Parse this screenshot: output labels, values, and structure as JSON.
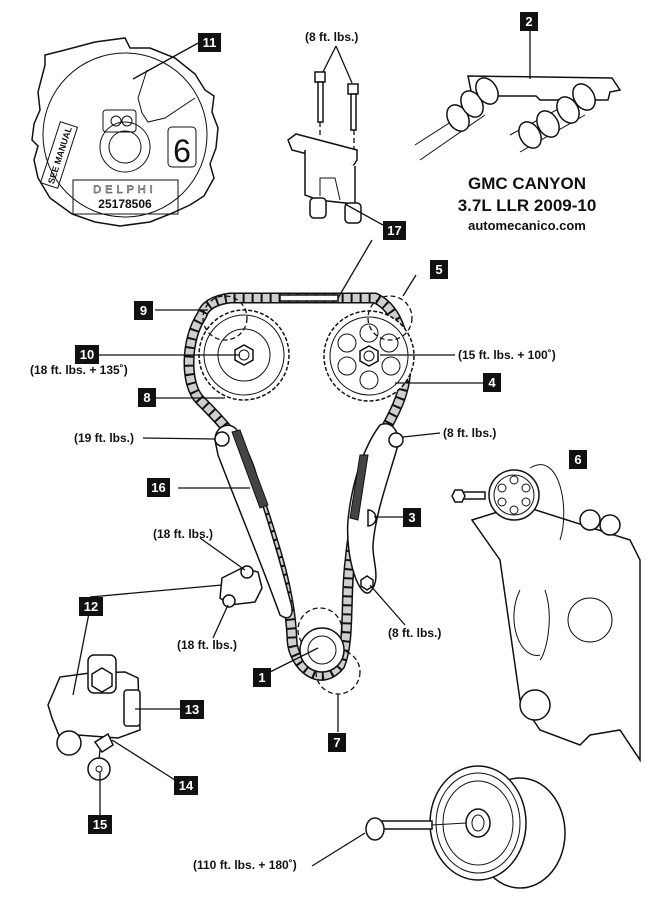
{
  "title": {
    "line1": "GMC  CANYON",
    "line2": "3.7L  LLR 2009-10",
    "line3": "automecanico.com"
  },
  "callouts": [
    {
      "id": "1",
      "label": "1"
    },
    {
      "id": "2",
      "label": "2"
    },
    {
      "id": "3",
      "label": "3"
    },
    {
      "id": "4",
      "label": "4"
    },
    {
      "id": "5",
      "label": "5"
    },
    {
      "id": "6",
      "label": "6"
    },
    {
      "id": "7",
      "label": "7"
    },
    {
      "id": "8",
      "label": "8"
    },
    {
      "id": "9",
      "label": "9"
    },
    {
      "id": "10",
      "label": "10"
    },
    {
      "id": "11",
      "label": "11"
    },
    {
      "id": "12",
      "label": "12"
    },
    {
      "id": "13",
      "label": "13"
    },
    {
      "id": "14",
      "label": "14"
    },
    {
      "id": "15",
      "label": "15"
    },
    {
      "id": "16",
      "label": "16"
    },
    {
      "id": "17",
      "label": "17"
    }
  ],
  "torque_specs": {
    "actuator_bolts": "(8 ft. lbs.)",
    "intake_cam_bolt": "(18 ft. lbs. + 135˚)",
    "exhaust_cam_bolt": "(15 ft. lbs. + 100˚)",
    "guide_upper_left": "(19 ft. lbs.)",
    "guide_upper_right": "(8 ft. lbs.)",
    "tensioner_upper": "(18 ft. lbs.)",
    "tensioner_lower": "(18 ft. lbs.)",
    "guide_lower_right": "(8 ft. lbs.)",
    "crank_bolt": "(110 ft. lbs. + 180˚)"
  },
  "sensor_label": {
    "brand": "DELPHI",
    "part_number": "25178506",
    "see_manual": "SEE MANUAL",
    "digit": "6"
  }
}
